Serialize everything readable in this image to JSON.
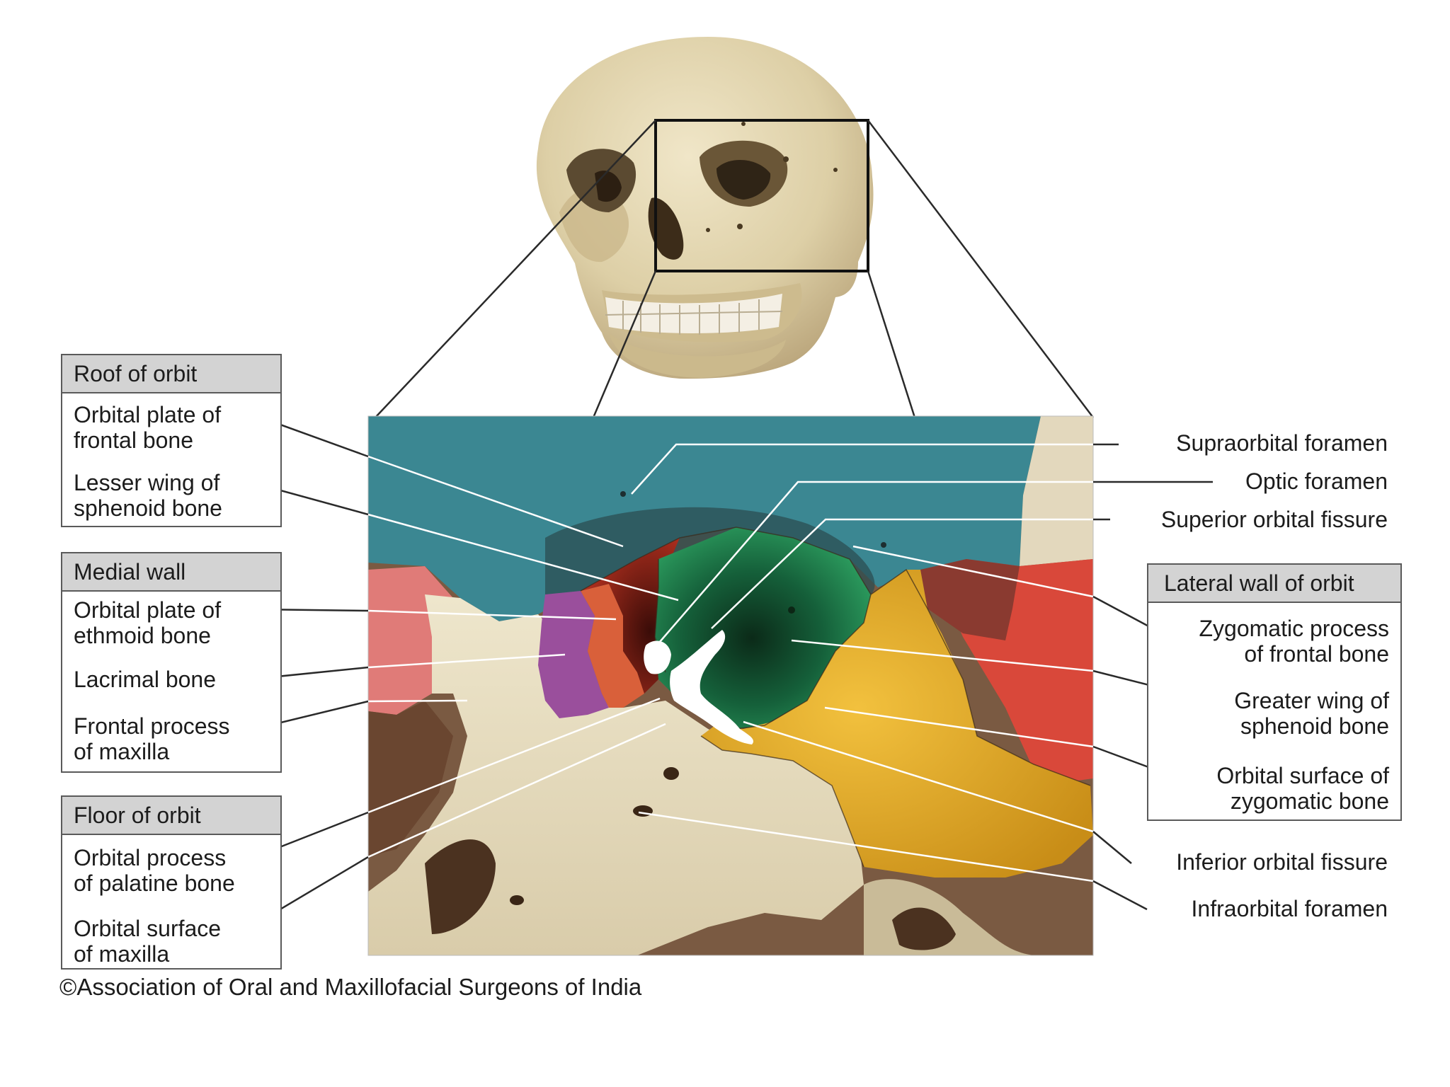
{
  "left_groups": [
    {
      "id": "roof",
      "header": "Roof of orbit",
      "items": [
        "Orbital plate of\nfrontal bone",
        "Lesser wing of\nsphenoid bone"
      ]
    },
    {
      "id": "medial",
      "header": "Medial wall",
      "items": [
        "Orbital plate of\nethmoid bone",
        "Lacrimal bone",
        "Frontal process\nof maxilla"
      ]
    },
    {
      "id": "floor",
      "header": "Floor of orbit",
      "items": [
        "Orbital process\nof palatine bone",
        "Orbital surface\nof maxilla"
      ]
    }
  ],
  "right_labels": [
    "Supraorbital foramen",
    "Optic foramen",
    "Superior orbital fissure",
    "Inferior orbital fissure",
    "Infraorbital foramen"
  ],
  "right_group": {
    "header": "Lateral wall of orbit",
    "items": [
      "Zygomatic process\nof frontal bone",
      "Greater wing of\nsphenoid bone",
      "Orbital surface of\nzygomatic bone"
    ]
  },
  "copyright": "©Association of Oral and Maxillofacial Surgeons of India",
  "colors": {
    "frontal_bone": "#3d8a93",
    "sphenoid_lesser_wing": "#a92a1c",
    "sphenoid_greater_wing": "#1c7a45",
    "ethmoid_bone": "#9a4f9c",
    "lacrimal_bone": "#d9603a",
    "zygomatic_bone": "#e6ad2b",
    "zygomatic_process_frontal": "#8a3a30",
    "temporal_region": "#d9483a",
    "nasal_region": "#e07a7a",
    "maxilla_bone": "#e9dfc3",
    "skull_bone": "#e3d6b0",
    "leader_line_on_image": "#ffffff",
    "leader_line_outside": "#2a2a2a",
    "label_box_header": "#d3d3d3"
  }
}
